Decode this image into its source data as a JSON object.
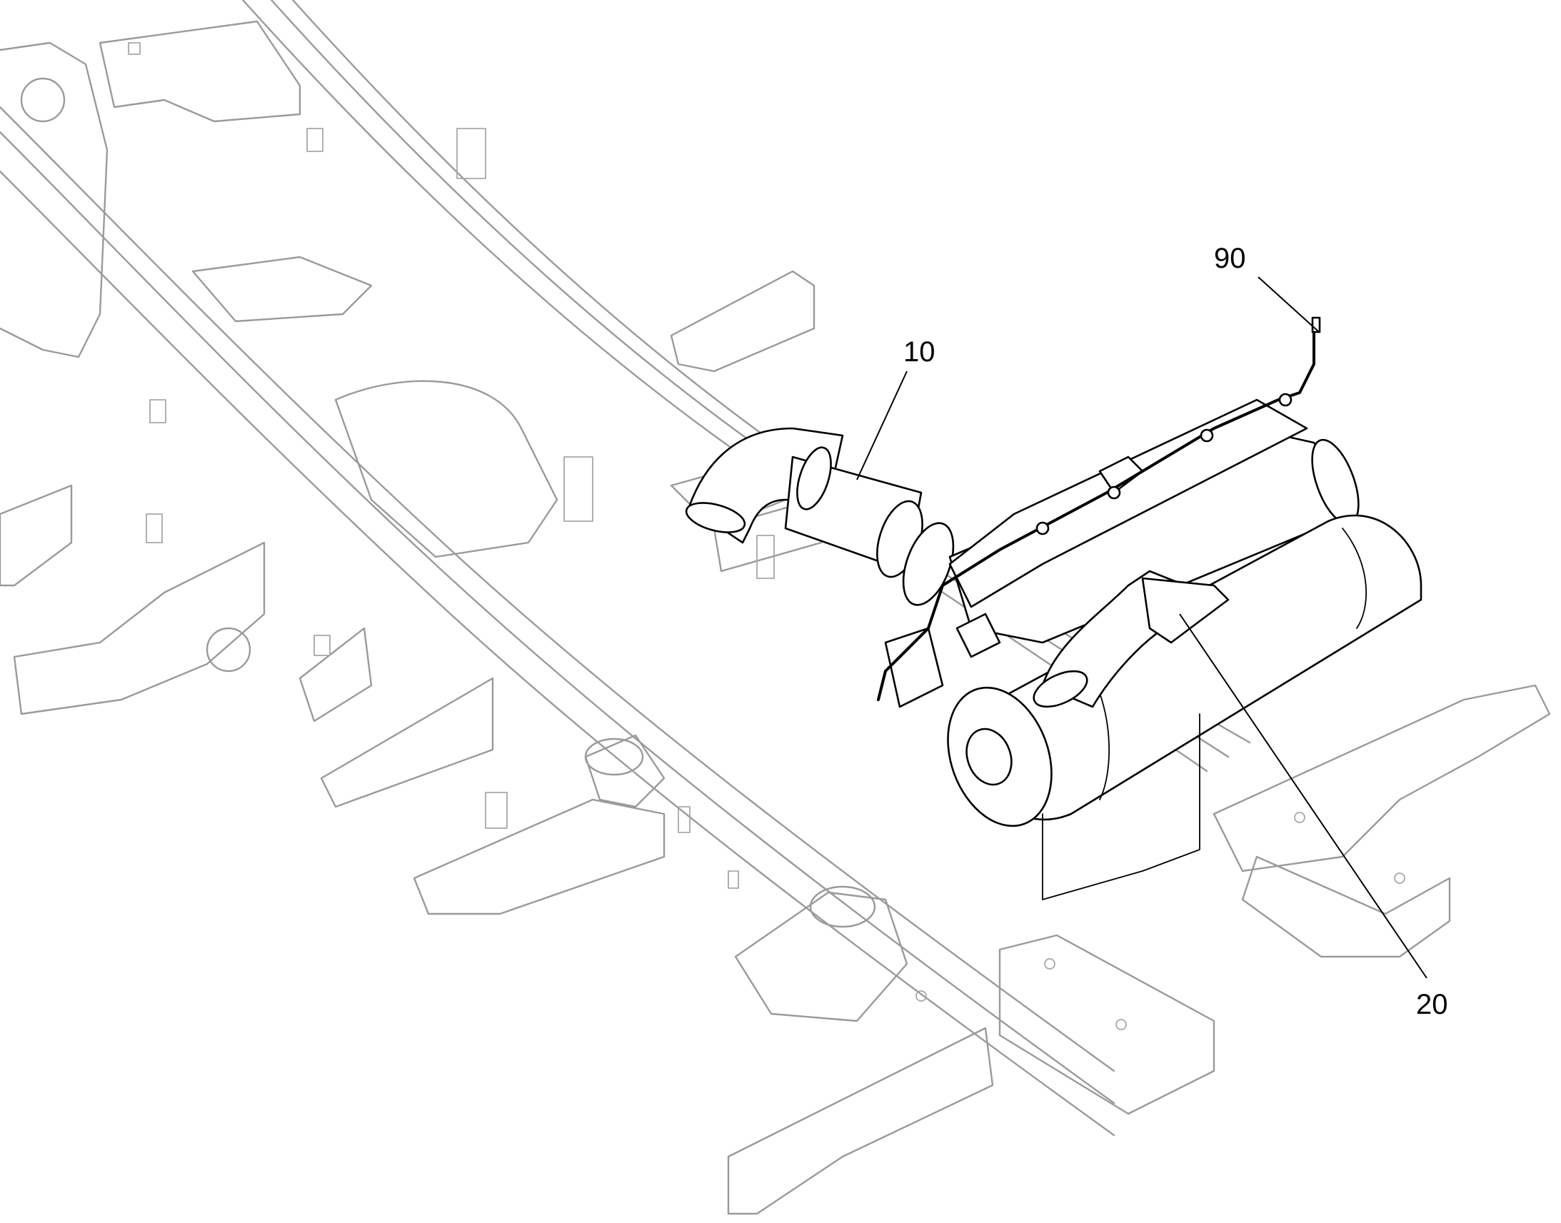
{
  "callouts": [
    {
      "id": "10",
      "label": "10"
    },
    {
      "id": "20",
      "label": "20"
    },
    {
      "id": "90",
      "label": "90"
    }
  ],
  "colors": {
    "background": "#ffffff",
    "frame_line": "#9a9a9a",
    "part_line": "#000000"
  }
}
